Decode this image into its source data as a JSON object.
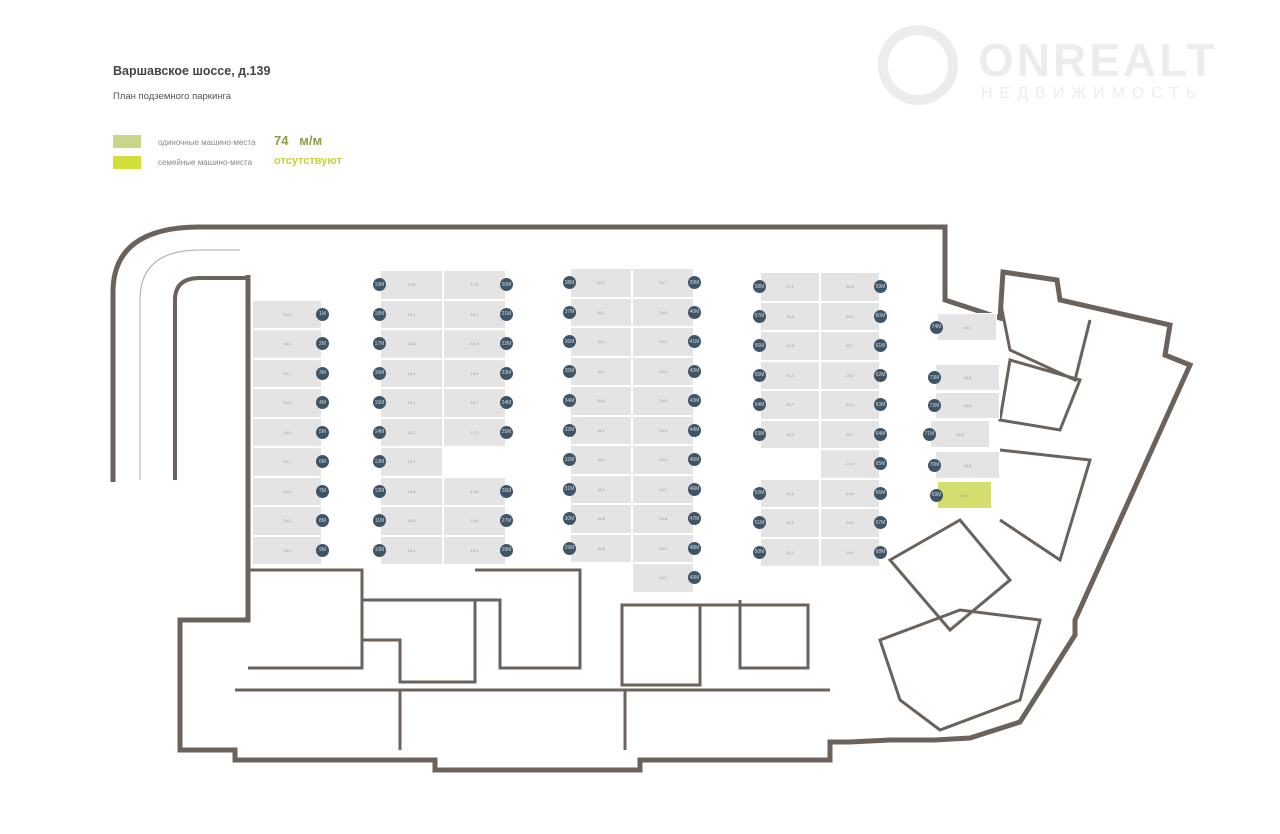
{
  "header": {
    "title": "Варшавское шоссе, д.139",
    "subtitle": "План подземного паркинга"
  },
  "legend": {
    "single": {
      "label": "одиночные машино-места",
      "value": "74   м/м",
      "color": "#c9d68a"
    },
    "family": {
      "label": "семейные машино-места",
      "value": "отсутствуют",
      "color": "#d4de3a"
    }
  },
  "logo": {
    "name": "ONREALT",
    "tagline": "НЕДВИЖИМОСТЬ"
  },
  "colors": {
    "wall": "#6b635b",
    "spot": "#e4e4e4",
    "badge": "#3f5566",
    "highlight": "#d4de6e"
  },
  "spots": {
    "colA": [
      [
        "1M",
        "16,3"
      ],
      [
        "2M",
        "16,4"
      ],
      [
        "3M",
        "15,7"
      ],
      [
        "4M",
        "16,3"
      ],
      [
        "5M",
        "16,4"
      ],
      [
        "6M",
        "15,7"
      ],
      [
        "7M",
        "16,3"
      ],
      [
        "8M",
        "15,1"
      ],
      [
        "9M",
        "18,1"
      ]
    ],
    "colBL": [
      [
        "19M",
        "17,6"
      ],
      [
        "18M",
        "16,1"
      ],
      [
        "17M",
        "16,2"
      ],
      [
        "16M",
        "16,1"
      ],
      [
        "15M",
        "16,1"
      ],
      [
        "14M",
        "16,1"
      ],
      [
        "13M",
        "15,7"
      ],
      [
        "12M",
        "14,8"
      ],
      [
        "11M",
        "14,8"
      ],
      [
        "10M",
        "16,1"
      ]
    ],
    "colBR": [
      [
        "20M",
        "17,8"
      ],
      [
        "21M",
        "16,1"
      ],
      [
        "22M",
        "16,3"
      ],
      [
        "23M",
        "16,3"
      ],
      [
        "24M",
        "16,7"
      ],
      [
        "25M",
        "17,1"
      ],
      null,
      [
        "26M",
        "14,8"
      ],
      [
        "27M",
        "14,8"
      ],
      [
        "28M",
        "15,3"
      ]
    ],
    "colCL": [
      [
        "38M",
        "20,2"
      ],
      [
        "37M",
        "16,1"
      ],
      [
        "36M",
        "16,1"
      ],
      [
        "35M",
        "16,1"
      ],
      [
        "34M",
        "15,8"
      ],
      [
        "33M",
        "16,1"
      ],
      [
        "32M",
        "16,4"
      ],
      [
        "31M",
        "16,4"
      ],
      [
        "30M",
        "16,8"
      ],
      [
        "29M",
        "16,8"
      ]
    ],
    "colCR": [
      [
        "39M",
        "16,7"
      ],
      [
        "40M",
        "15,9"
      ],
      [
        "41M",
        "16,4"
      ],
      [
        "42M",
        "15,9"
      ],
      [
        "43M",
        "15,9"
      ],
      [
        "44M",
        "16,4"
      ],
      [
        "45M",
        "15,9"
      ],
      [
        "46M",
        "16,2"
      ],
      [
        "47M",
        "15,8"
      ],
      [
        "48M",
        "16,2"
      ],
      [
        "49M",
        "14,2"
      ]
    ],
    "colDL": [
      [
        "58M",
        "17,1"
      ],
      [
        "57M",
        "15,4"
      ],
      [
        "56M",
        "15,8"
      ],
      [
        "55M",
        "15,4"
      ],
      [
        "54M",
        "15,7"
      ],
      [
        "53M",
        "16,2"
      ],
      null,
      [
        "52M",
        "14,1"
      ],
      [
        "51M",
        "14,1"
      ],
      [
        "50M",
        "15,1"
      ]
    ],
    "colDR": [
      [
        "59M",
        "16,8"
      ],
      [
        "60M",
        "15,2"
      ],
      [
        "61M",
        "15,7"
      ],
      [
        "62M",
        "15,2"
      ],
      [
        "63M",
        "15,4"
      ],
      [
        "64M",
        "15,7"
      ],
      [
        "65M",
        "14,3"
      ],
      [
        "66M",
        "14,0"
      ],
      [
        "67M",
        "14,0"
      ],
      [
        "68M",
        "14,0"
      ]
    ],
    "colE": [
      [
        "74M",
        "14,3"
      ],
      [
        "73M",
        "15,8"
      ],
      [
        "72M",
        "15,8"
      ],
      [
        "71M",
        "14,8"
      ],
      [
        "70M",
        "15,8"
      ],
      [
        "69M",
        "15,8"
      ]
    ]
  }
}
